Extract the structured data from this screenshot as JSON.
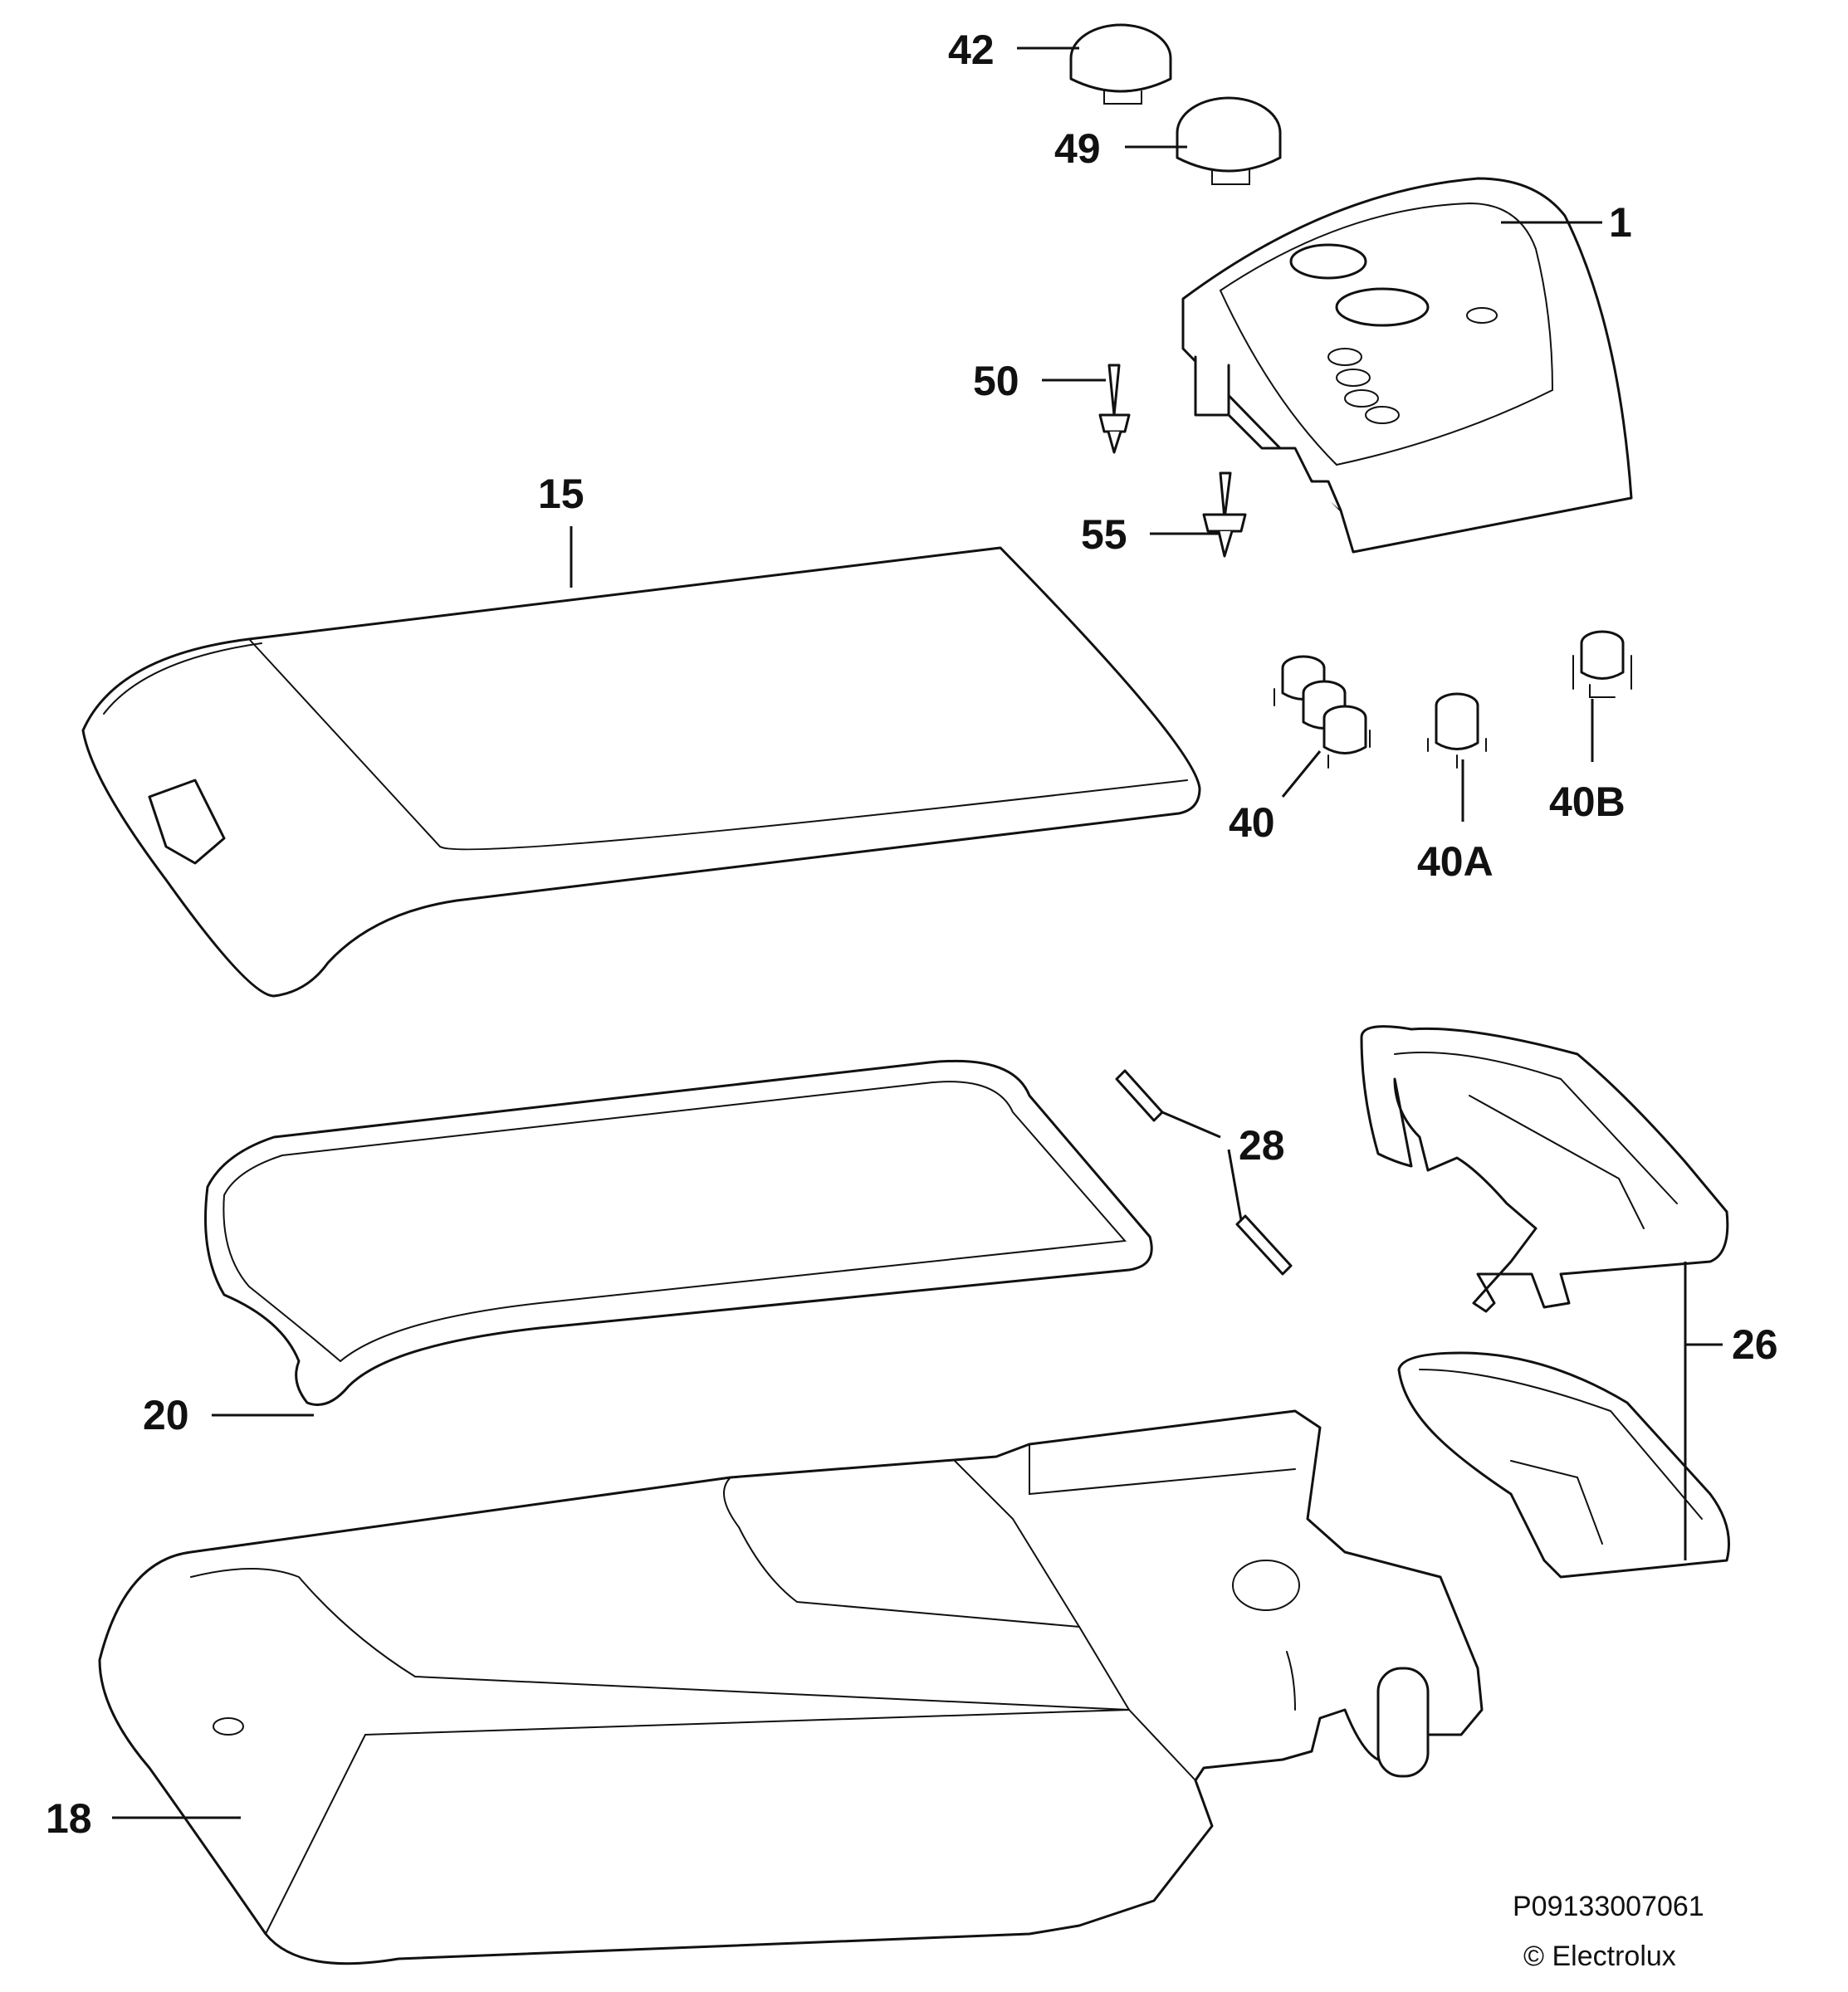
{
  "callouts": {
    "c42": "42",
    "c49": "49",
    "c1": "1",
    "c50": "50",
    "c15": "15",
    "c55": "55",
    "c40": "40",
    "c40A": "40A",
    "c40B": "40B",
    "c28": "28",
    "c26": "26",
    "c20": "20",
    "c18": "18"
  },
  "footer": {
    "drawing_code": "P09133007061",
    "copyright": "© Electrolux"
  }
}
